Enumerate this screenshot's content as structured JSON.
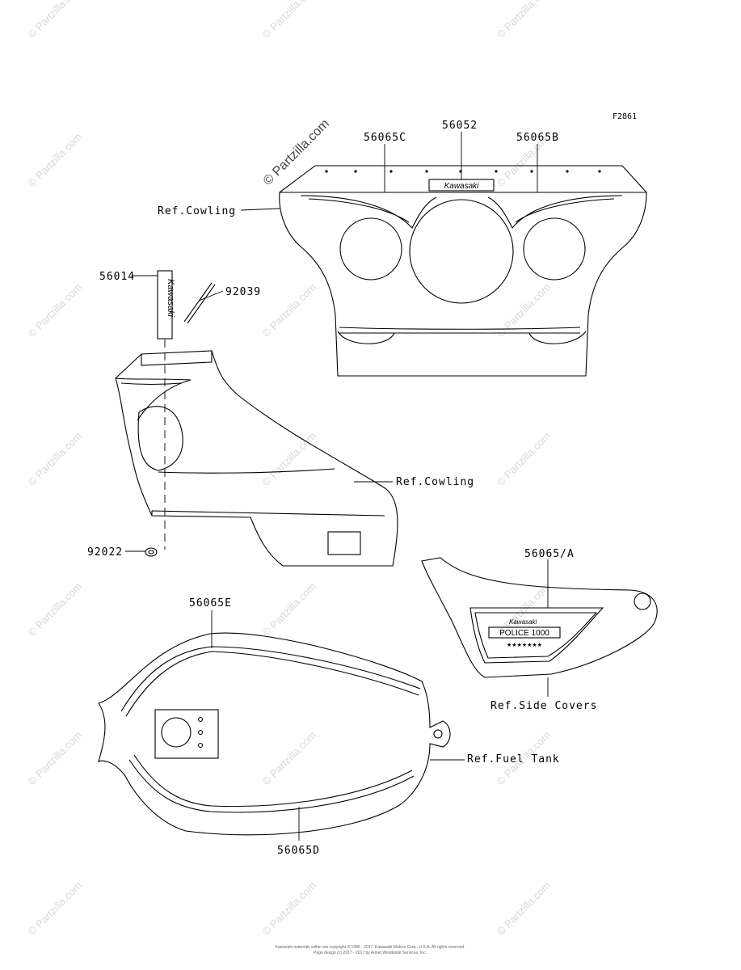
{
  "figure_code": "F2861",
  "watermark": "© Partzilla.com",
  "watermark_main": "© Partzilla.com",
  "callouts": {
    "c56065C": "56065C",
    "c56052": "56052",
    "c56065B": "56065B",
    "ref_cowling_top": "Ref.Cowling",
    "c56014": "56014",
    "c92039": "92039",
    "ref_cowling_side": "Ref.Cowling",
    "c92022": "92022",
    "c56065A": "56065/A",
    "ref_side_covers": "Ref.Side Covers",
    "c56065E": "56065E",
    "ref_fuel_tank": "Ref.Fuel Tank",
    "c56065D": "56065D"
  },
  "decals": {
    "brand": "Kawasaki",
    "badge_model": "POLICE 1000",
    "badge_stars": "★★★★★★★"
  },
  "footer": {
    "line1": "Kawasaki materials within are copyright © 1996 - 2017, Kawasaki Motors Corp., U.S.A. All rights reserved.",
    "line2": "Page design (c) 2017 - 2017 by Arinet Worldwide Services, Inc."
  }
}
